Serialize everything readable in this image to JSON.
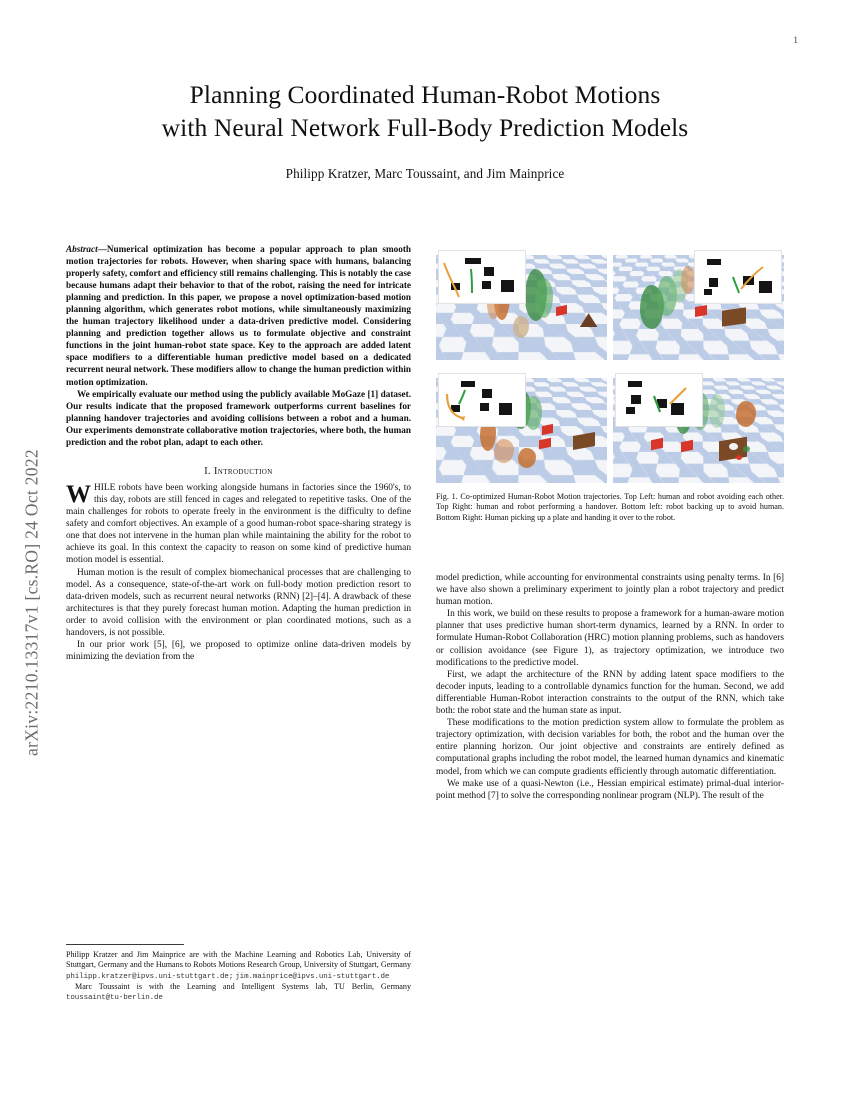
{
  "page": {
    "number": "1",
    "arxiv_stamp": "arXiv:2210.13317v1  [cs.RO]  24 Oct 2022"
  },
  "title": {
    "line1": "Planning Coordinated Human-Robot Motions",
    "line2": "with Neural Network Full-Body Prediction Models",
    "authors": "Philipp Kratzer, Marc Toussaint, and Jim Mainprice"
  },
  "abstract": {
    "lead_label": "Abstract",
    "paragraph1": "—Numerical optimization has become a popular approach to plan smooth motion trajectories for robots. However, when sharing space with humans, balancing properly safety, comfort and efficiency still remains challenging. This is notably the case because humans adapt their behavior to that of the robot, raising the need for intricate planning and prediction. In this paper, we propose a novel optimization-based motion planning algorithm, which generates robot motions, while simultaneously maximizing the human trajectory likelihood under a data-driven predictive model. Considering planning and prediction together allows us to formulate objective and constraint functions in the joint human-robot state space. Key to the approach are added latent space modifiers to a differentiable human predictive model based on a dedicated recurrent neural network. These modifiers allow to change the human prediction within motion optimization.",
    "paragraph2": "We empirically evaluate our method using the publicly available MoGaze [1] dataset. Our results indicate that the proposed framework outperforms current baselines for planning handover trajectories and avoiding collisions between a robot and a human. Our experiments demonstrate collaborative motion trajectories, where both, the human prediction and the robot plan, adapt to each other."
  },
  "introduction": {
    "heading_number": "I.",
    "heading_text": "Introduction",
    "dropcap": "W",
    "p1_rest": "HILE robots have been working alongside humans in factories since the 1960's, to this day, robots are still fenced in cages and relegated to repetitive tasks. One of the main challenges for robots to operate freely in the environment is the difficulty to define safety and comfort objectives. An example of a good human-robot space-sharing strategy is one that does not intervene in the human plan while maintaining the ability for the robot to achieve its goal. In this context the capacity to reason on some kind of predictive human motion model is essential.",
    "p2": "Human motion is the result of complex biomechanical processes that are challenging to model. As a consequence, state-of-the-art work on full-body motion prediction resort to data-driven models, such as recurrent neural networks (RNN) [2]–[4]. A drawback of these architectures is that they purely forecast human motion. Adapting the human prediction in order to avoid collision with the environment or plan coordinated motions, such as a handovers, is not possible.",
    "p3": "In our prior work [5], [6], we proposed to optimize online data-driven models by minimizing the deviation from the"
  },
  "right_column": {
    "p1": "model prediction, while accounting for environmental constraints using penalty terms. In [6] we have also shown a preliminary experiment to jointly plan a robot trajectory and predict human motion.",
    "p2": "In this work, we build on these results to propose a framework for a human-aware motion planner that uses predictive human short-term dynamics, learned by a RNN. In order to formulate Human-Robot Collaboration (HRC) motion planning problems, such as handovers or collision avoidance (see Figure 1), as trajectory optimization, we introduce two modifications to the predictive model.",
    "p3": "First, we adapt the architecture of the RNN by adding latent space modifiers to the decoder inputs, leading to a controllable dynamics function for the human. Second, we add differentiable Human-Robot interaction constraints to the output of the RNN, which take both: the robot state and the human state as input.",
    "p4": "These modifications to the motion prediction system allow to formulate the problem as trajectory optimization, with decision variables for both, the robot and the human over the entire planning horizon. Our joint objective and constraints are entirely defined as computational graphs including the robot model, the learned human dynamics and kinematic model, from which we can compute gradients efficiently through automatic differentiation.",
    "p5": "We make use of a quasi-Newton (i.e., Hessian empirical estimate) primal-dual interior-point method [7] to solve the corresponding nonlinear program (NLP). The result of the"
  },
  "figure": {
    "label": "Fig. 1.",
    "caption": "Co-optimized Human-Robot Motion trajectories. Top Left: human and robot avoiding each other. Top Right: human and robot performing a handover. Bottom left: robot backing up to avoid human. Bottom Right: Human picking up a plate and handing it over to the robot.",
    "panels": [
      {
        "name": "top-left",
        "description": "human and robot avoiding each other"
      },
      {
        "name": "top-right",
        "description": "human and robot performing a handover"
      },
      {
        "name": "bottom-left",
        "description": "robot backing up to avoid human"
      },
      {
        "name": "bottom-right",
        "description": "human picking up a plate and handing it over to the robot"
      }
    ]
  },
  "footnote": {
    "line1a": "Philipp Kratzer and Jim Mainprice are with the Machine Learning and Robotics Lab, University of Stuttgart, Germany and the Humans to Robots Motions Research Group, University of Stuttgart, Germany",
    "email1": "philipp.kratzer@ipvs.uni-stuttgart.de;",
    "email2": "jim.mainprice@ipvs.uni-stuttgart.de",
    "line2a": "Marc Toussaint is with the Learning and Intelligent Systems lab, TU Berlin, Germany",
    "email3": "toussaint@tu-berlin.de"
  },
  "colors": {
    "human_green": "#3a8c42",
    "robot_orange": "#c66c2c",
    "floor_blue": "#b6c8e4",
    "accent_red": "#d9362a",
    "obstacle_black": "#141414"
  }
}
